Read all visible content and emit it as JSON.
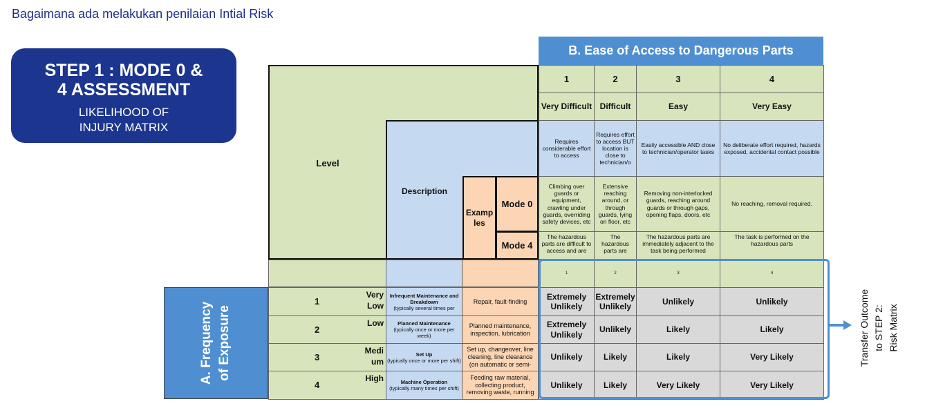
{
  "page_title": "Bagaimana ada melakukan penilaian Intial Risk",
  "step_card": {
    "title_line1": "STEP 1 : MODE 0 &",
    "title_line2": "4 ASSESSMENT",
    "sub_line1": "LIKELIHOOD OF",
    "sub_line2": "INJURY MATRIX"
  },
  "access_header": "B.  Ease of Access to Dangerous Parts",
  "frequency_header": {
    "line1": "A.  Frequency",
    "line2": "of Exposure"
  },
  "level_label": "Level",
  "description_label": "Description",
  "examples_label": "Examp les",
  "access_levels": [
    {
      "num": "1",
      "name": "Very Difficult",
      "description": "Requires considerable effort to access",
      "mode0": "Climbing over guards or equipment, crawling under guards, overriding safety devices, etc",
      "mode4": "The hazardous parts are difficult to access and are",
      "small_num": "1"
    },
    {
      "num": "2",
      "name": "Difficult",
      "description": "Requires effort to access BUT location is close to technician/o",
      "mode0": "Extensive reaching around, or through guards, lying on floor, etc",
      "mode4": "The hazardous parts are",
      "small_num": "2"
    },
    {
      "num": "3",
      "name": "Easy",
      "description": "Easily accessible AND close to technician/operator tasks",
      "mode0": "Removing non-interlocked guards, reaching around guards or through gaps, opening flaps, doors, etc",
      "mode4": "The hazardous parts are immediately adjacent to the task being performed",
      "small_num": "3"
    },
    {
      "num": "4",
      "name": "Very Easy",
      "description": "No deliberate effort required, hazards exposed, accidental contact possible",
      "mode0": "No reaching, removal required.",
      "mode4": "The task is performed on the hazardous parts",
      "small_num": "4"
    }
  ],
  "modes": {
    "mode0": "Mode 0",
    "mode4": "Mode 4"
  },
  "frequency_levels": [
    {
      "num": "1",
      "name": "Very Low",
      "desc_title": "Infrequent Maintenance and Breakdown",
      "desc_sub": "(typically several times per",
      "example": "Repair, fault-finding",
      "results": [
        "Extremely Unlikely",
        "Extremely Unlikely",
        "Unlikely",
        "Unlikely"
      ]
    },
    {
      "num": "2",
      "name": "Low",
      "desc_title": "Planned Maintenance",
      "desc_sub": "(typically once or more per week)",
      "example": "Planned maintenance, inspection, lubrication",
      "results": [
        "Extremely Unlikely",
        "Unlikely",
        "Likely",
        "Likely"
      ]
    },
    {
      "num": "3",
      "name": "Medi um",
      "desc_title": "Set Up",
      "desc_sub": "(typically once or more per shift)",
      "example": "Set up, changeover, line cleaning, line clearance (on automatic or semi-",
      "results": [
        "Unlikely",
        "Likely",
        "Likely",
        "Very Likely"
      ]
    },
    {
      "num": "4",
      "name": "High",
      "desc_title": "Machine Operation",
      "desc_sub": "(typically many times per shift)",
      "example": "Feeding raw material, collecting product, removing waste, running",
      "results": [
        "Unlikely",
        "Likely",
        "Very Likely",
        "Very Likely"
      ]
    }
  ],
  "transfer_text": {
    "line1": "Transfer Outcome",
    "line2": "to STEP 2:",
    "line3": "Risk Matrix"
  },
  "colors": {
    "navy": "#1c358f",
    "blue_header": "#4f8fd1",
    "green": "#d8e4bc",
    "light_blue": "#c5d9f1",
    "orange": "#fcd5b4",
    "grey": "#d9d9d9"
  }
}
